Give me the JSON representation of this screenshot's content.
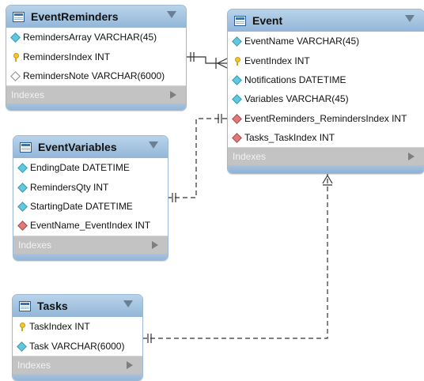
{
  "tables": [
    {
      "id": "eventreminders",
      "name": "EventReminders",
      "columns": [
        {
          "text": "RemindersArray VARCHAR(45)",
          "icon": "cyan-diamond-icon"
        },
        {
          "text": "RemindersIndex INT",
          "icon": "primary-key-icon"
        },
        {
          "text": "RemindersNote VARCHAR(6000)",
          "icon": "hollow-diamond-icon"
        }
      ],
      "indexes_label": "Indexes"
    },
    {
      "id": "event",
      "name": "Event",
      "columns": [
        {
          "text": "EventName VARCHAR(45)",
          "icon": "cyan-diamond-icon"
        },
        {
          "text": "EventIndex INT",
          "icon": "primary-key-icon"
        },
        {
          "text": "Notifications DATETIME",
          "icon": "cyan-diamond-icon"
        },
        {
          "text": "Variables VARCHAR(45)",
          "icon": "cyan-diamond-icon"
        },
        {
          "text": "EventReminders_RemindersIndex INT",
          "icon": "foreign-key-diamond-icon"
        },
        {
          "text": "Tasks_TaskIndex INT",
          "icon": "foreign-key-diamond-icon"
        }
      ],
      "indexes_label": "Indexes"
    },
    {
      "id": "eventvariables",
      "name": "EventVariables",
      "columns": [
        {
          "text": "EndingDate DATETIME",
          "icon": "cyan-diamond-icon"
        },
        {
          "text": "RemindersQty INT",
          "icon": "cyan-diamond-icon"
        },
        {
          "text": "StartingDate DATETIME",
          "icon": "cyan-diamond-icon"
        },
        {
          "text": "EventName_EventIndex INT",
          "icon": "foreign-key-diamond-icon"
        }
      ],
      "indexes_label": "Indexes"
    },
    {
      "id": "tasks",
      "name": "Tasks",
      "columns": [
        {
          "text": "TaskIndex INT",
          "icon": "primary-key-icon"
        },
        {
          "text": "Task VARCHAR(6000)",
          "icon": "cyan-diamond-icon"
        }
      ],
      "indexes_label": "Indexes"
    }
  ],
  "colors": {
    "header": "#a9c7e3",
    "indexes_bar": "#c3c3c3",
    "connector": "#333333"
  }
}
